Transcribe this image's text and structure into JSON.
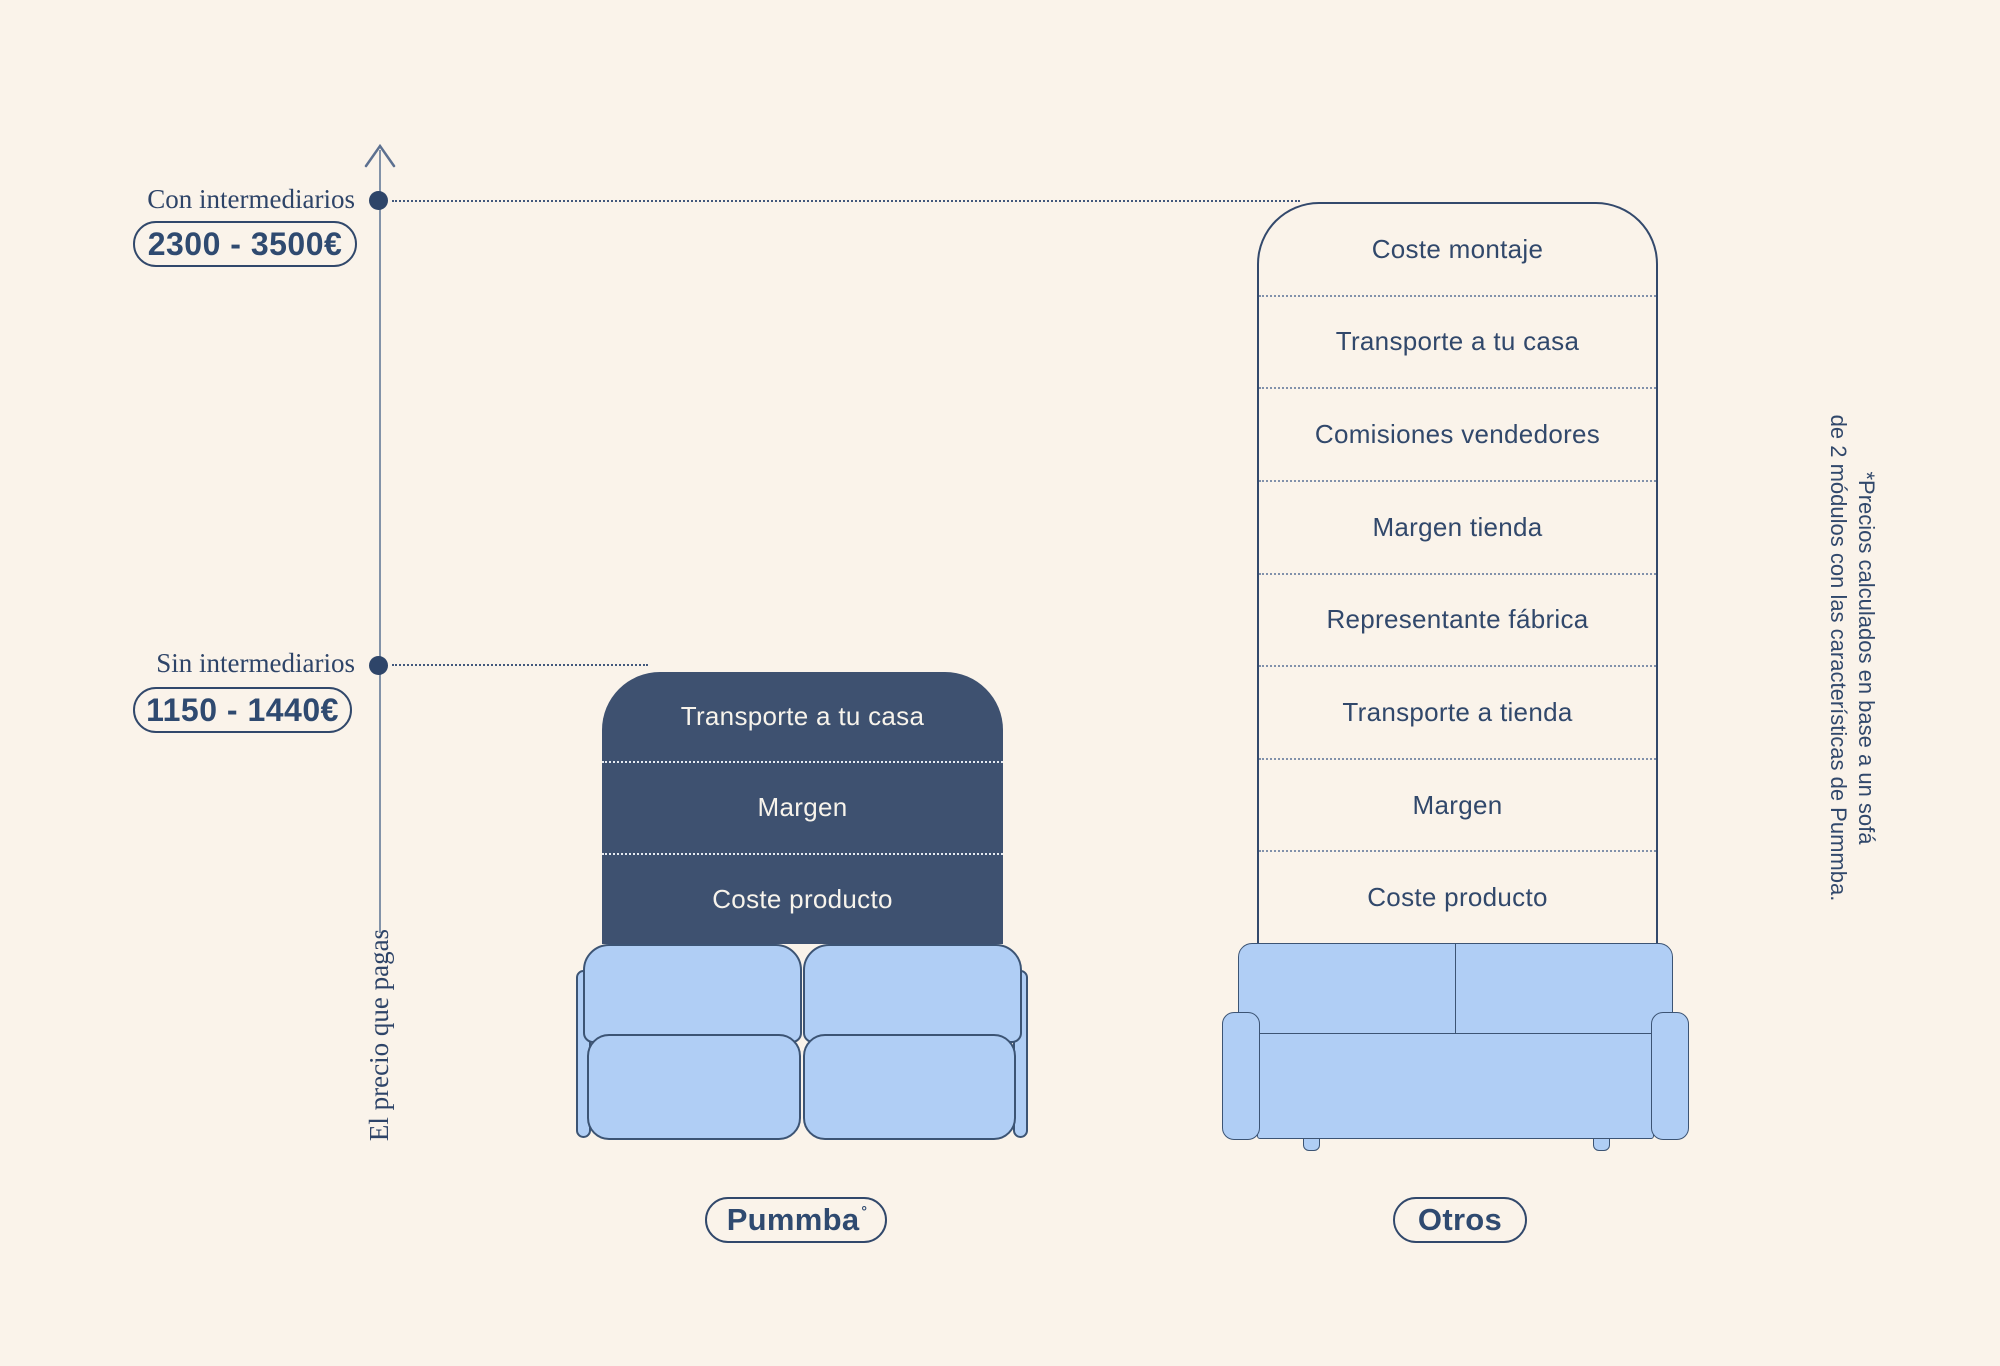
{
  "page": {
    "background_color": "#faf3ea",
    "accent_navy": "#31486b",
    "bar_fill_navy": "#3e5170",
    "sofa_light_blue": "#b0cef5"
  },
  "axis": {
    "label": "El precio que pagas",
    "markers": [
      {
        "label": "Con intermediarios",
        "price": "2300 - 3500€"
      },
      {
        "label": "Sin intermediarios",
        "price": "1150 - 1440€"
      }
    ]
  },
  "bars": [
    {
      "name": "Pummba",
      "brand_mark": "°",
      "marker": "Sin intermediarios",
      "price_range": "1150 - 1440€",
      "segments": [
        "Transporte a tu casa",
        "Margen",
        "Coste producto"
      ]
    },
    {
      "name": "Otros",
      "marker": "Con intermediarios",
      "price_range": "2300 - 3500€",
      "segments": [
        "Coste montaje",
        "Transporte a tu casa",
        "Comisiones vendedores",
        "Margen tienda",
        "Representante fábrica",
        "Transporte a tienda",
        "Margen",
        "Coste producto"
      ]
    }
  ],
  "footnote": {
    "line1": "*Precios calculados en base a un sofá",
    "line2": "de 2 módulos con las características de Pummba."
  },
  "chart_data": {
    "type": "bar",
    "title": "",
    "ylabel": "El precio que pagas",
    "categories": [
      "Pummba",
      "Otros"
    ],
    "series": [
      {
        "name": "Pummba",
        "marker_label": "Sin intermediarios",
        "price_range_eur": [
          1150,
          1440
        ],
        "segments_bottom_to_top": [
          "Coste producto",
          "Margen",
          "Transporte a tu casa"
        ]
      },
      {
        "name": "Otros",
        "marker_label": "Con intermediarios",
        "price_range_eur": [
          2300,
          3500
        ],
        "segments_bottom_to_top": [
          "Coste producto",
          "Margen",
          "Transporte a tienda",
          "Representante fábrica",
          "Margen tienda",
          "Comisiones vendedores",
          "Transporte a tu casa",
          "Coste montaje"
        ]
      }
    ],
    "legend_position": "none",
    "grid": false,
    "annotations": [
      "*Precios calculados en base a un sofá de 2 módulos con las características de Pummba."
    ]
  }
}
